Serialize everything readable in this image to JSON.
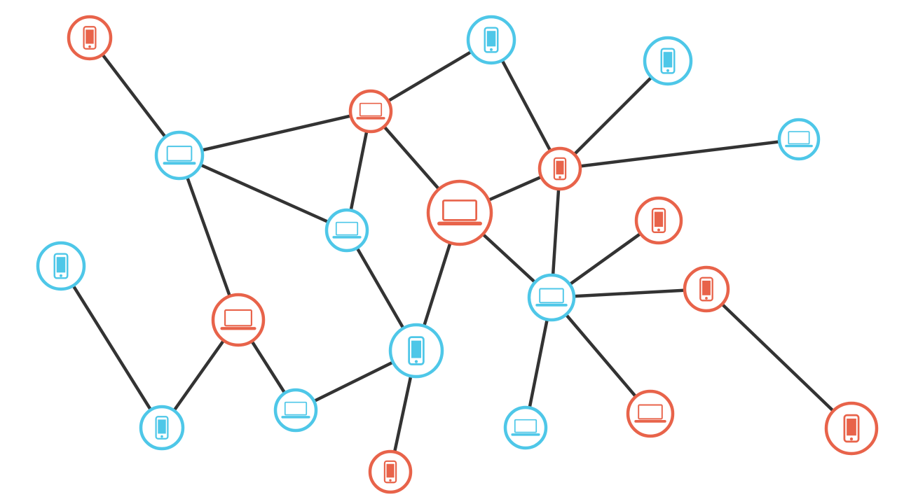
{
  "colors": {
    "orange": "#e8634a",
    "blue": "#4ec7e8",
    "edge": "#333333",
    "background": "#ffffff"
  },
  "nodes": [
    {
      "id": "n1",
      "icon": "phone-icon",
      "color": "orange"
    },
    {
      "id": "n2",
      "icon": "laptop-icon",
      "color": "blue"
    },
    {
      "id": "n3",
      "icon": "laptop-icon",
      "color": "orange"
    },
    {
      "id": "n4",
      "icon": "phone-icon",
      "color": "blue"
    },
    {
      "id": "n5",
      "icon": "phone-icon",
      "color": "blue"
    },
    {
      "id": "n6",
      "icon": "laptop-icon",
      "color": "blue"
    },
    {
      "id": "n7",
      "icon": "phone-icon",
      "color": "orange"
    },
    {
      "id": "n8",
      "icon": "laptop-icon",
      "color": "orange"
    },
    {
      "id": "n9",
      "icon": "laptop-icon",
      "color": "blue"
    },
    {
      "id": "n10",
      "icon": "phone-icon",
      "color": "blue"
    },
    {
      "id": "n11",
      "icon": "phone-icon",
      "color": "orange"
    },
    {
      "id": "n12",
      "icon": "laptop-icon",
      "color": "orange"
    },
    {
      "id": "n13",
      "icon": "laptop-icon",
      "color": "blue"
    },
    {
      "id": "n14",
      "icon": "phone-icon",
      "color": "orange"
    },
    {
      "id": "n15",
      "icon": "phone-icon",
      "color": "blue"
    },
    {
      "id": "n16",
      "icon": "laptop-icon",
      "color": "blue"
    },
    {
      "id": "n17",
      "icon": "phone-icon",
      "color": "blue"
    },
    {
      "id": "n18",
      "icon": "laptop-icon",
      "color": "orange"
    },
    {
      "id": "n19",
      "icon": "laptop-icon",
      "color": "blue"
    },
    {
      "id": "n20",
      "icon": "phone-icon",
      "color": "orange"
    },
    {
      "id": "n21",
      "icon": "phone-icon",
      "color": "orange"
    },
    {
      "id": "n22",
      "icon": "phone-icon",
      "color": "orange"
    }
  ],
  "edges": [
    [
      "n1",
      "n2"
    ],
    [
      "n2",
      "n3"
    ],
    [
      "n2",
      "n9"
    ],
    [
      "n2",
      "n12"
    ],
    [
      "n3",
      "n4"
    ],
    [
      "n3",
      "n9"
    ],
    [
      "n3",
      "n8"
    ],
    [
      "n4",
      "n7"
    ],
    [
      "n5",
      "n7"
    ],
    [
      "n6",
      "n7"
    ],
    [
      "n7",
      "n8"
    ],
    [
      "n7",
      "n16"
    ],
    [
      "n8",
      "n15"
    ],
    [
      "n8",
      "n16"
    ],
    [
      "n9",
      "n15"
    ],
    [
      "n10",
      "n17"
    ],
    [
      "n12",
      "n13"
    ],
    [
      "n12",
      "n17"
    ],
    [
      "n13",
      "n15"
    ],
    [
      "n15",
      "n22"
    ],
    [
      "n16",
      "n14"
    ],
    [
      "n16",
      "n19"
    ],
    [
      "n16",
      "n18"
    ],
    [
      "n16",
      "n20"
    ],
    [
      "n20",
      "n21"
    ],
    [
      "n11",
      "n16"
    ]
  ]
}
